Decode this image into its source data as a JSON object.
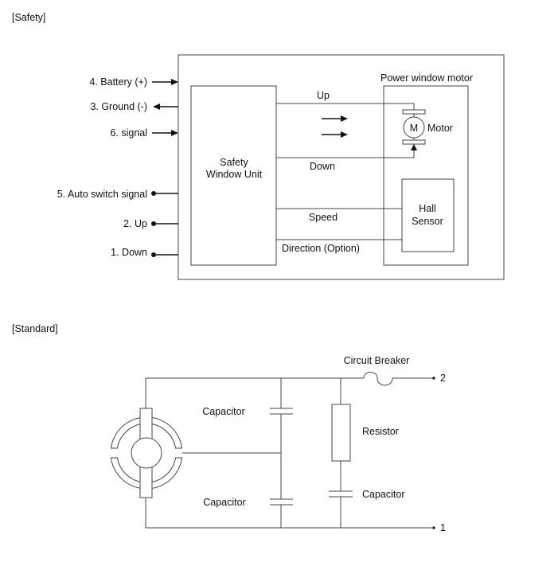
{
  "safety": {
    "section_title": "[Safety]",
    "pins": [
      {
        "label": "4. Battery (+)",
        "type": "arrow-in"
      },
      {
        "label": "3. Ground (-)",
        "type": "arrow-out"
      },
      {
        "label": "6. signal",
        "type": "arrow-in"
      },
      {
        "label": "5. Auto switch signal",
        "type": "terminal"
      },
      {
        "label": "2. Up",
        "type": "terminal"
      },
      {
        "label": "1. Down",
        "type": "terminal"
      }
    ],
    "unit_label_line1": "Safety",
    "unit_label_line2": "Window Unit",
    "motor_group_label": "Power window motor",
    "motor_symbol": "M",
    "motor_label": "Motor",
    "hall_label_line1": "Hall",
    "hall_label_line2": "Sensor",
    "lines": {
      "up": "Up",
      "down": "Down",
      "speed": "Speed",
      "direction": "Direction (Option)"
    }
  },
  "standard": {
    "section_title": "[Standard]",
    "capacitor_top": "Capacitor",
    "capacitor_bottom": "Capacitor",
    "circuit_breaker": "Circuit Breaker",
    "resistor": "Resistor",
    "capacitor_right": "Capacitor",
    "terminal_2": "2",
    "terminal_1": "1"
  },
  "colors": {
    "line": "#444444",
    "text": "#111111",
    "background": "#ffffff"
  }
}
